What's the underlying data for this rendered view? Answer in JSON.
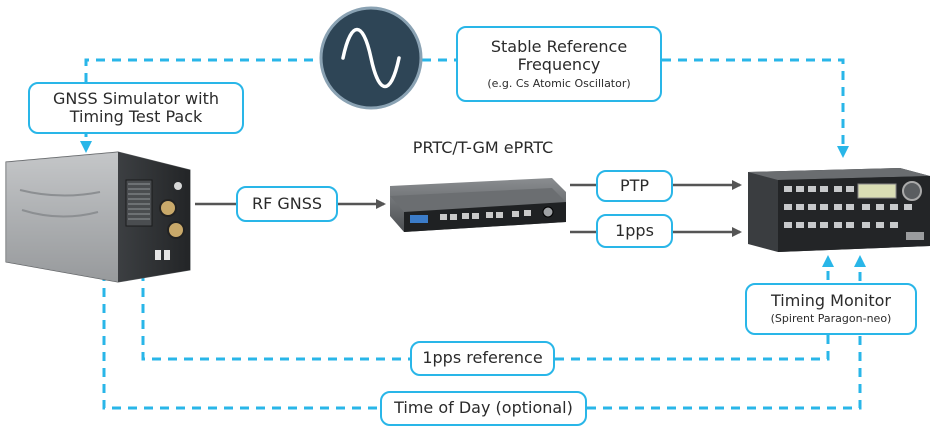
{
  "labels": {
    "gnss_simulator": "GNSS Simulator with\nTiming Test Pack",
    "reference_title": "Stable Reference\nFrequency",
    "reference_sub": "(e.g. Cs Atomic Oscillator)",
    "rf_gnss": "RF GNSS",
    "prtc": "PRTC/T-GM ePRTC",
    "ptp": "PTP",
    "pps": "1pps",
    "timing_monitor": "Timing Monitor",
    "timing_monitor_sub": "(Spirent Paragon-neo)",
    "pps_reference": "1pps reference",
    "time_of_day": "Time of Day (optional)"
  },
  "colors": {
    "accent": "#29b6e8",
    "arrow": "#555555",
    "oscillator": "#2e4556"
  },
  "icons": {
    "oscillator": "sine-wave-icon"
  }
}
